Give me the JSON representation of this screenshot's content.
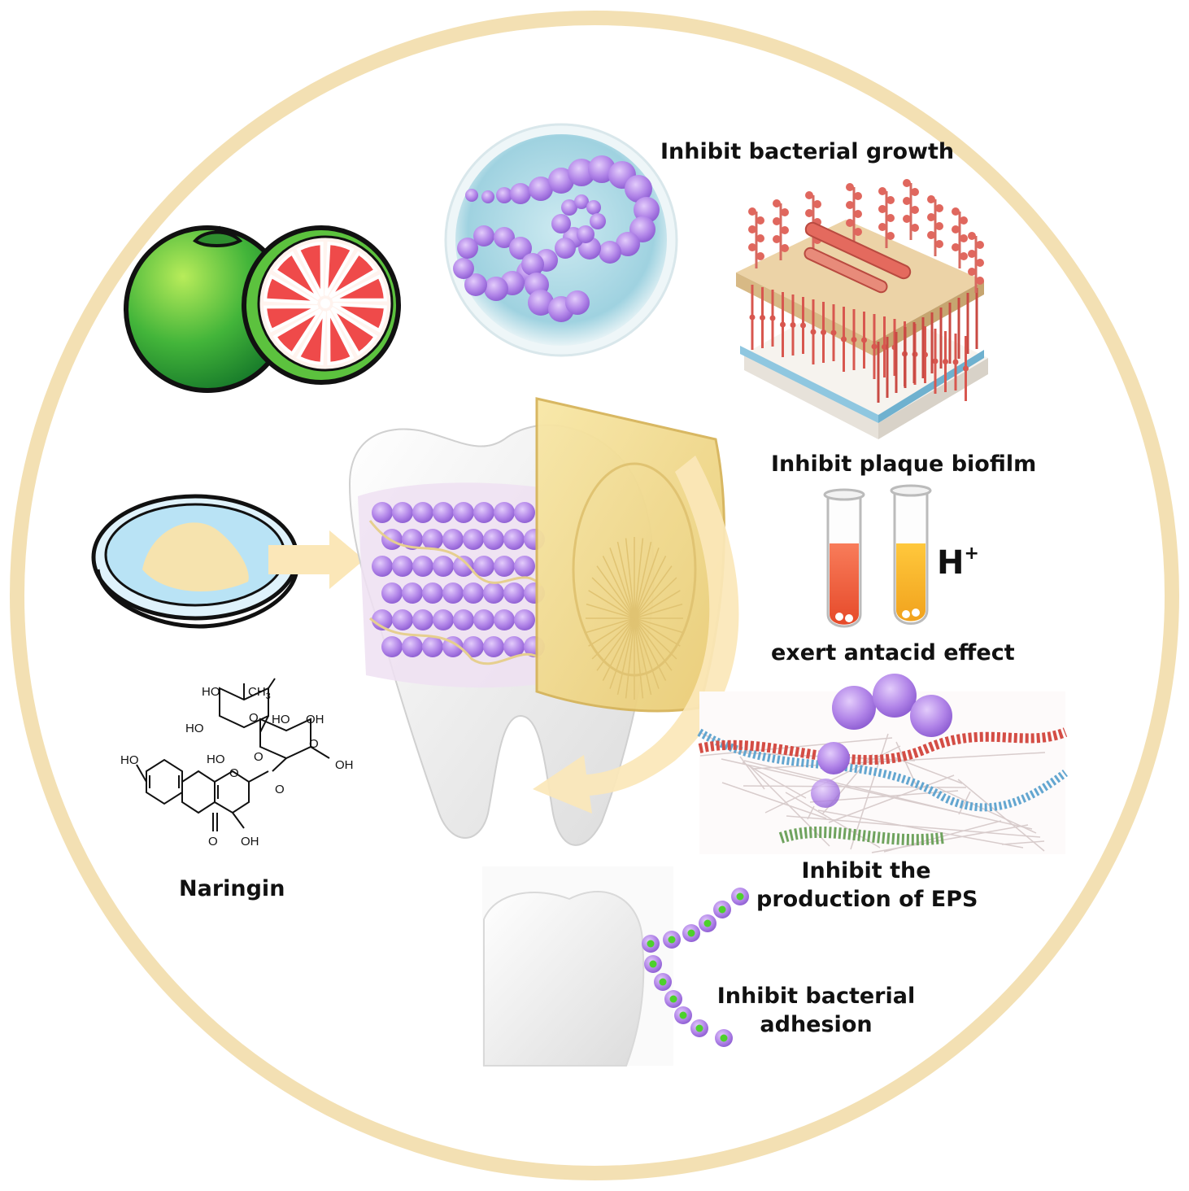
{
  "colors": {
    "ring": "#f3e0b3",
    "bacteria": "#a878e0",
    "pomelo_rind": "#4fbf3a",
    "pomelo_flesh": "#ef4a4a",
    "biofilm_red": "#d9534f",
    "shield": "#f1d98e",
    "arrow": "#fbe7b8",
    "adhesion_dot": "#4dd12c"
  },
  "icons": [
    "pomelo-icon",
    "powder-dish-icon",
    "tooth-icon",
    "petri-dish-icon",
    "biofilm-block-icon",
    "test-tube-icon",
    "eps-network-icon",
    "tooth-adhesion-icon"
  ],
  "labels": {
    "growth": "Inhibit bacterial growth",
    "biofilm": "Inhibit plaque biofilm",
    "hplus_base": "H",
    "hplus_sup": "+",
    "antacid": "exert antacid effect",
    "eps_line1": "Inhibit the",
    "eps_line2": "production of EPS",
    "adhesion_line1": "Inhibit bacterial",
    "adhesion_line2": "adhesion",
    "naringin": "Naringin"
  },
  "structure": {
    "ho1": "HO",
    "ch3": "CH",
    "ch3_sub": "3",
    "ho2": "HO",
    "ho3": "HO",
    "ho4": "HO",
    "oh1": "OH",
    "o1": "O",
    "o2": "O",
    "oh2": "OH",
    "ho5": "HO",
    "o3": "O",
    "o4": "O",
    "o5": "O",
    "o6": "O",
    "oh3": "OH"
  }
}
